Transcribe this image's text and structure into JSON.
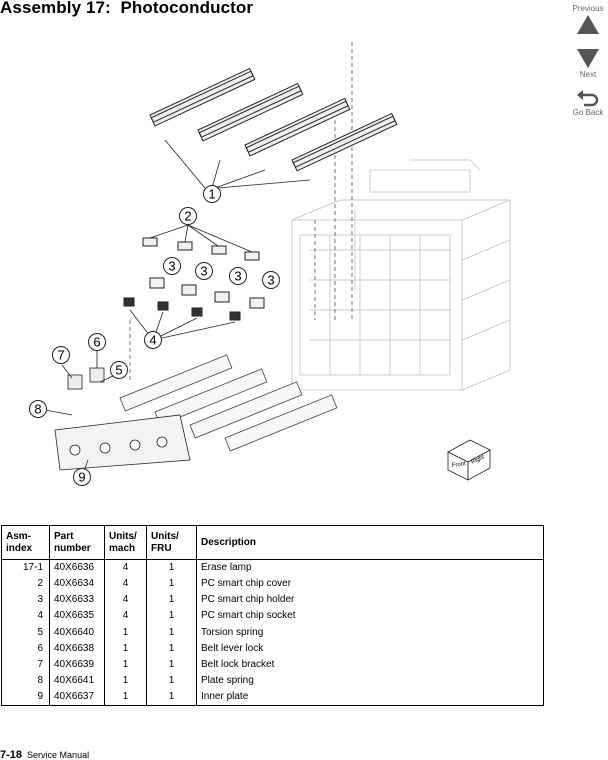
{
  "title": "Assembly 17:  Photoconductor",
  "nav": {
    "previous_label": "Previous",
    "next_label": "Next",
    "back_label": "Go Back"
  },
  "figure": {
    "callouts": [
      "1",
      "2",
      "3",
      "3",
      "3",
      "3",
      "4",
      "5",
      "6",
      "7",
      "8",
      "9"
    ],
    "front_right_label_1": "Front",
    "front_right_label_2": "Right"
  },
  "parts_table": {
    "headers": {
      "asm_index": "Asm-\nindex",
      "part_number": "Part\nnumber",
      "units_mach": "Units/\nmach",
      "units_fru": "Units/\nFRU",
      "description": "Description"
    },
    "rows": [
      {
        "index": "17-1",
        "part": "40X6636",
        "units_mach": "4",
        "units_fru": "1",
        "description": "Erase lamp"
      },
      {
        "index": "2",
        "part": "40X6634",
        "units_mach": "4",
        "units_fru": "1",
        "description": "PC smart chip cover"
      },
      {
        "index": "3",
        "part": "40X6633",
        "units_mach": "4",
        "units_fru": "1",
        "description": "PC smart chip holder"
      },
      {
        "index": "4",
        "part": "40X6635",
        "units_mach": "4",
        "units_fru": "1",
        "description": "PC smart chip socket"
      },
      {
        "index": "5",
        "part": "40X6640",
        "units_mach": "1",
        "units_fru": "1",
        "description": "Torsion spring"
      },
      {
        "index": "6",
        "part": "40X6638",
        "units_mach": "1",
        "units_fru": "1",
        "description": "Belt lever lock"
      },
      {
        "index": "7",
        "part": "40X6639",
        "units_mach": "1",
        "units_fru": "1",
        "description": "Belt lock bracket"
      },
      {
        "index": "8",
        "part": "40X6641",
        "units_mach": "1",
        "units_fru": "1",
        "description": "Plate spring"
      },
      {
        "index": "9",
        "part": "40X6637",
        "units_mach": "1",
        "units_fru": "1",
        "description": "Inner plate"
      }
    ]
  },
  "footer": {
    "page_number": "7-18",
    "manual_name": "Service Manual"
  }
}
